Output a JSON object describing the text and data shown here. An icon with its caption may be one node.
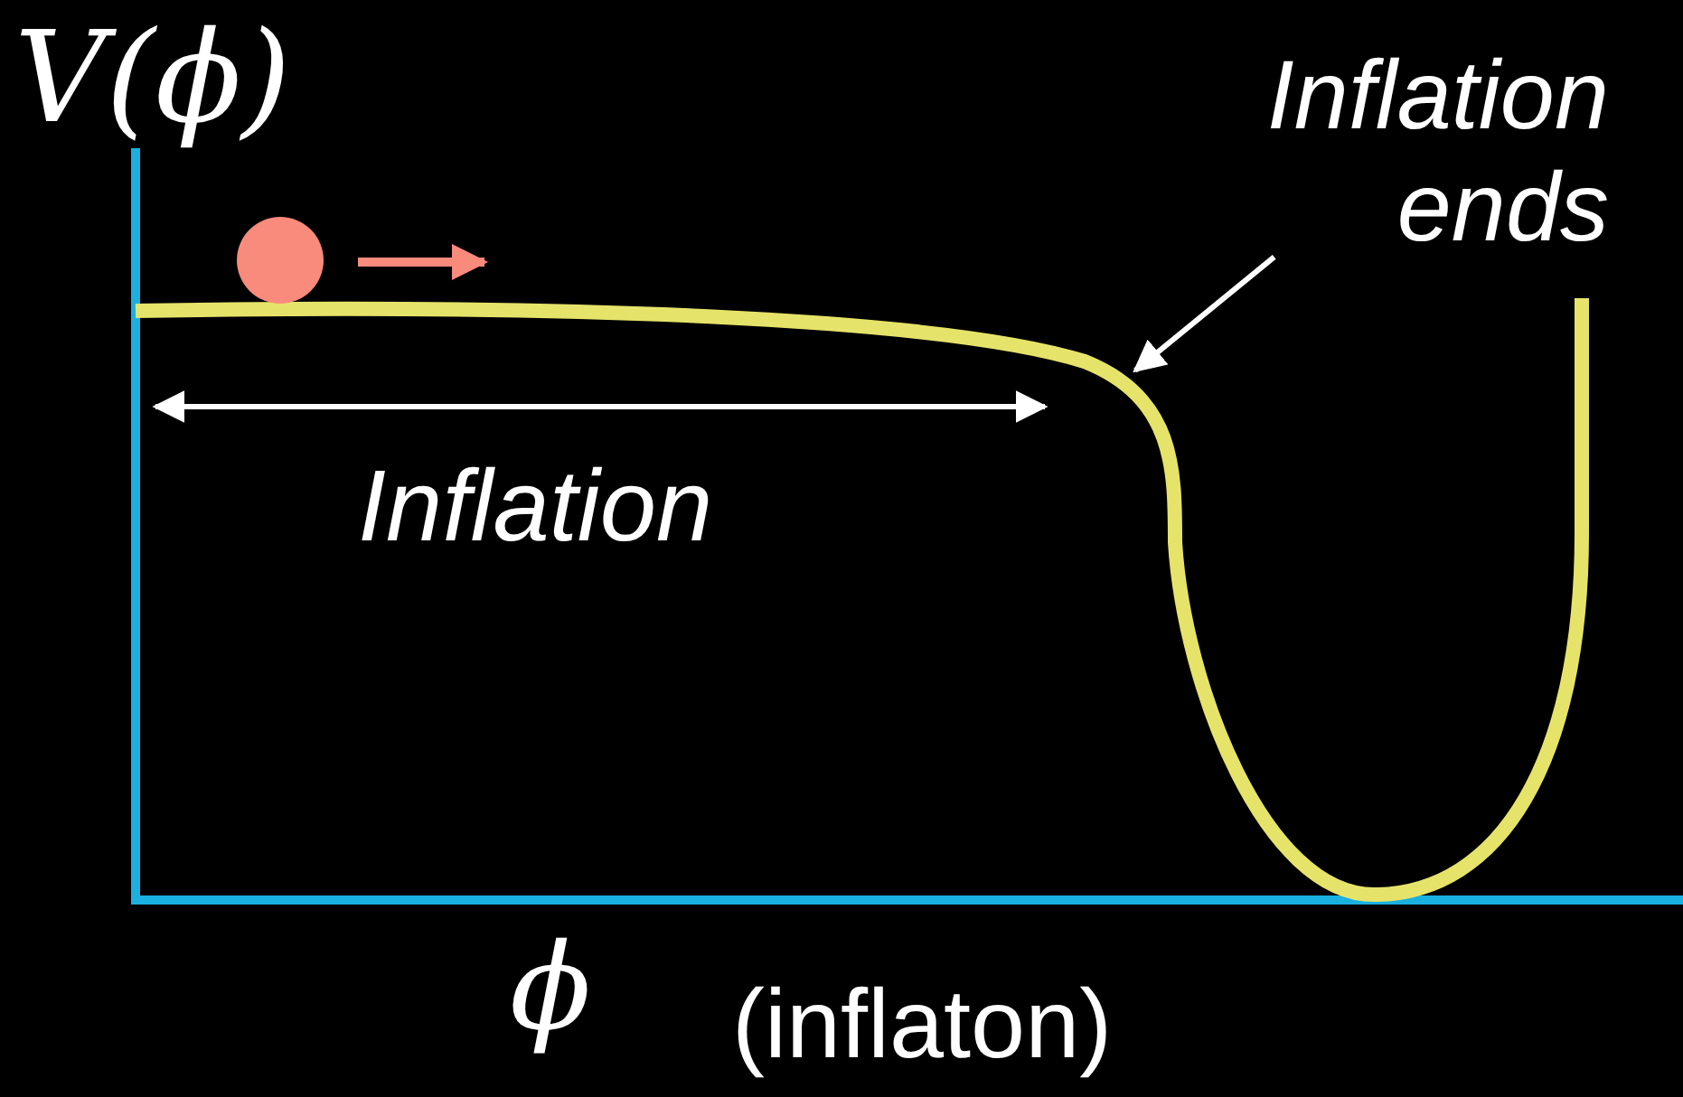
{
  "diagram": {
    "nodes": [
      {
        "text": [
          "Inflation ends"
        ]
      },
      {
        "text": [],
        "shape": "picture"
      }
    ],
    "edges": [
      {
        "from": 0,
        "to": 1,
        "arrow": "to"
      }
    ],
    "labels": [
      "V(ϕ)",
      "Inflation",
      "ϕ",
      "(inflaton)"
    ]
  }
}
